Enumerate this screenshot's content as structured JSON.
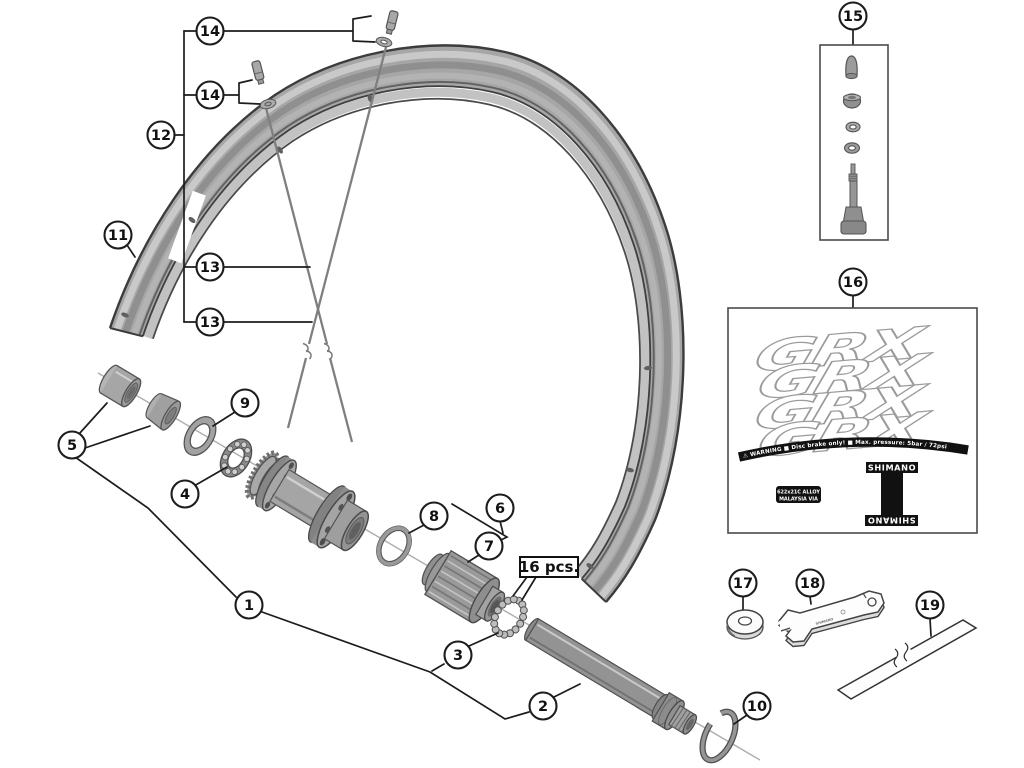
{
  "callouts": {
    "c1": {
      "label": "1"
    },
    "c2": {
      "label": "2"
    },
    "c3": {
      "label": "3"
    },
    "c4": {
      "label": "4"
    },
    "c5": {
      "label": "5"
    },
    "c6": {
      "label": "6"
    },
    "c7": {
      "label": "7"
    },
    "c8": {
      "label": "8"
    },
    "c9": {
      "label": "9"
    },
    "c10": {
      "label": "10"
    },
    "c11": {
      "label": "11"
    },
    "c12": {
      "label": "12"
    },
    "c13a": {
      "label": "13"
    },
    "c13b": {
      "label": "13"
    },
    "c14a": {
      "label": "14"
    },
    "c14b": {
      "label": "14"
    },
    "c15": {
      "label": "15"
    },
    "c16": {
      "label": "16"
    },
    "c17": {
      "label": "17"
    },
    "c18": {
      "label": "18"
    },
    "c19": {
      "label": "19"
    }
  },
  "annotations": {
    "pcs_note": "16 pcs."
  },
  "decals": {
    "logo": "GRX",
    "brand": "SHIMANO",
    "warning_text": "⚠ WARNING  ■ Disc brake only!  ■ Max. pressure: 5bar / 72psi",
    "alloy_line1": "622x21C ALLOY",
    "alloy_line2": "MALAYSIA VIA",
    "wrench_text": "SHIMANO"
  },
  "colors": {
    "line": "#1c1c1c",
    "metal_light": "#c6c6c6",
    "metal_mid": "#9b9b9b",
    "metal_dark": "#4a4a4a",
    "decal_black": "#111111"
  }
}
